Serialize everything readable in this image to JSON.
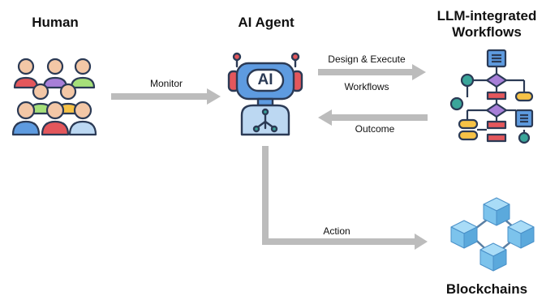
{
  "nodes": {
    "human": "Human",
    "agent": "AI Agent",
    "workflows_line1": "LLM-integrated",
    "workflows_line2": "Workflows",
    "blockchains": "Blockchains"
  },
  "icons": {
    "human": "people-group-icon",
    "agent": "robot-ai-icon",
    "workflows": "flowchart-icon",
    "blockchains": "blockchain-cubes-icon"
  },
  "robot_badge": "AI",
  "edges": {
    "monitor": "Monitor",
    "design_execute_line1": "Design & Execute",
    "design_execute_line2": "Workflows",
    "outcome": "Outcome",
    "action": "Action"
  },
  "colors": {
    "arrow": "#bcbcbc",
    "outline": "#2b3a55",
    "robot_blue": "#5e9be0",
    "cube_blue": "#7cc3ec",
    "teal": "#3aa59a",
    "red": "#e3575c",
    "yellow": "#f6c246"
  }
}
